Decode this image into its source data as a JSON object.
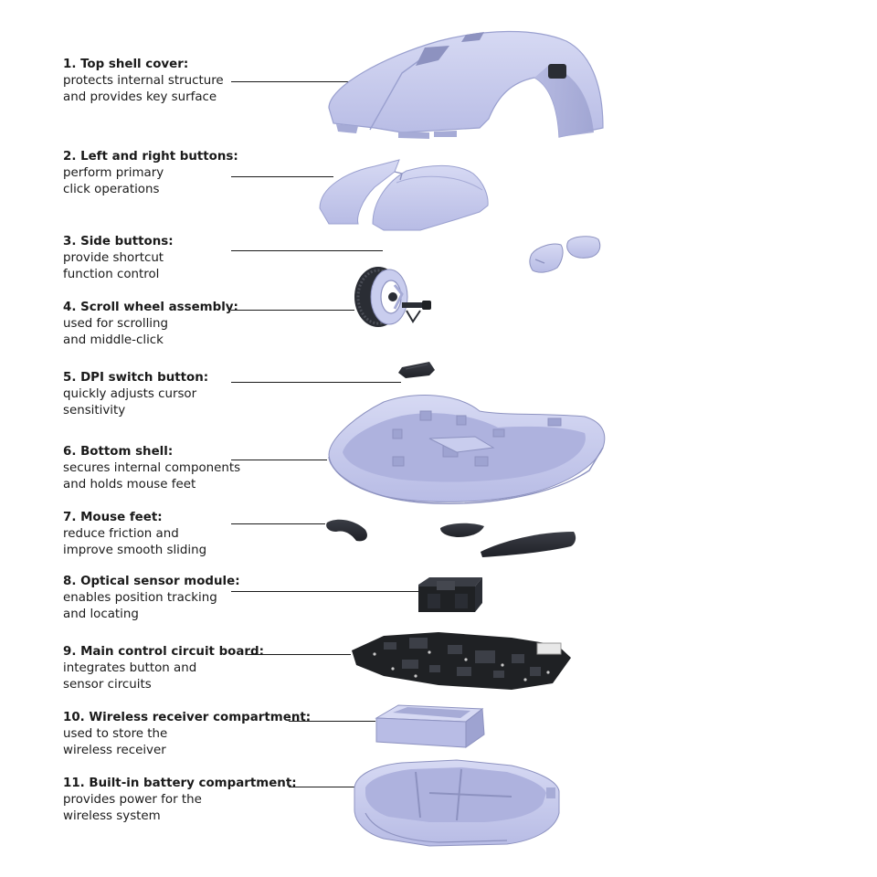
{
  "colors": {
    "shell": "#c9cdee",
    "shell_shade": "#a6abd6",
    "shell_dark": "#8d92c0",
    "rubber": "#2a2d34",
    "board": "#1f2124",
    "text": "#1a1a1a"
  },
  "parts": [
    {
      "title": "1. Top shell cover:",
      "desc": "protects internal structure\nand provides key surface",
      "icon": "top-shell-icon"
    },
    {
      "title": "2. Left and right buttons:",
      "desc": "perform primary\nclick operations",
      "icon": "main-buttons-icon"
    },
    {
      "title": "3. Side buttons:",
      "desc": "provide shortcut\nfunction control",
      "icon": "side-buttons-icon"
    },
    {
      "title": "4. Scroll wheel assembly:",
      "desc": "used for scrolling\nand middle-click",
      "icon": "scroll-wheel-icon"
    },
    {
      "title": "5. DPI switch button:",
      "desc": "quickly adjusts cursor\nsensitivity",
      "icon": "dpi-button-icon"
    },
    {
      "title": "6. Bottom shell:",
      "desc": "secures internal components\nand holds mouse feet",
      "icon": "bottom-shell-icon"
    },
    {
      "title": "7. Mouse feet:",
      "desc": "reduce friction and\nimprove smooth sliding",
      "icon": "mouse-feet-icon"
    },
    {
      "title": "8. Optical sensor module:",
      "desc": "enables position tracking\nand locating",
      "icon": "optical-sensor-icon"
    },
    {
      "title": "9. Main control circuit board:",
      "desc": "integrates button and\nsensor circuits",
      "icon": "circuit-board-icon"
    },
    {
      "title": "10. Wireless receiver compartment:",
      "desc": "used to store the\nwireless receiver",
      "icon": "receiver-compartment-icon"
    },
    {
      "title": "11. Built-in battery compartment:",
      "desc": "provides power for the\nwireless system",
      "icon": "battery-compartment-icon"
    }
  ]
}
